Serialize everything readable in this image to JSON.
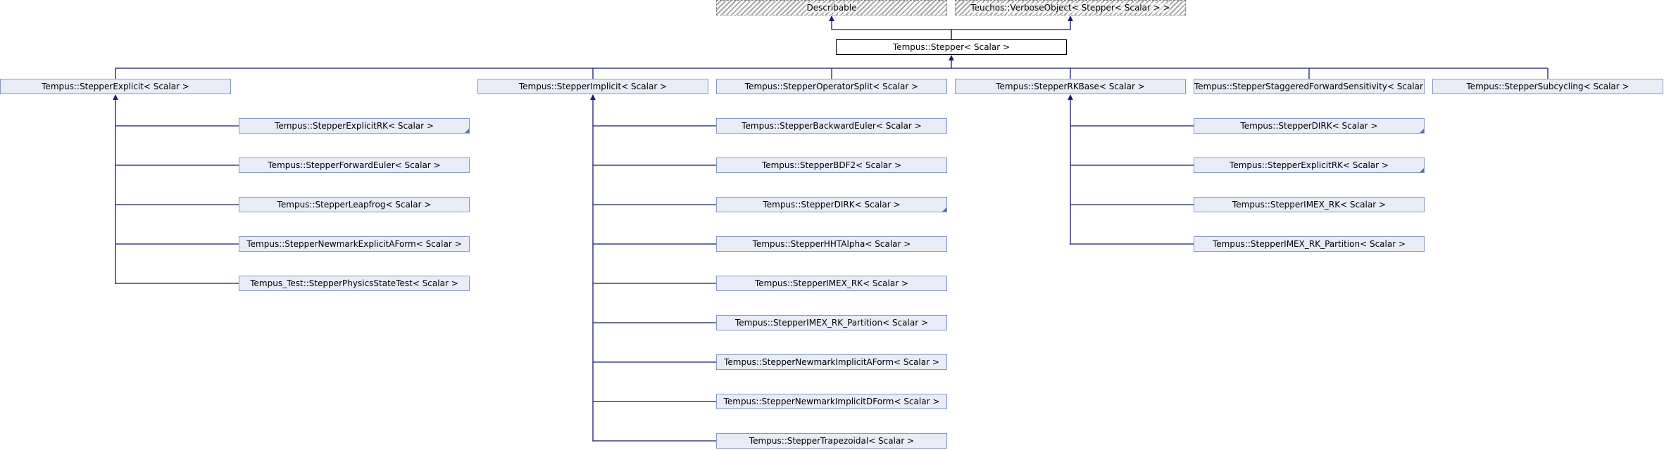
{
  "colors": {
    "edge": "#191970",
    "node_fill": "#e8ecf6",
    "node_border": "#8497c4",
    "current_border": "#000000",
    "external_fill": "#d9d9d9"
  },
  "nodes": {
    "describable": {
      "label": "Describable"
    },
    "verbose_object": {
      "label": "Teuchos::VerboseObject< Stepper< Scalar > >"
    },
    "stepper": {
      "label": "Tempus::Stepper< Scalar >"
    },
    "stepper_explicit": {
      "label": "Tempus::StepperExplicit< Scalar >"
    },
    "stepper_implicit": {
      "label": "Tempus::StepperImplicit< Scalar >"
    },
    "stepper_operator_split": {
      "label": "Tempus::StepperOperatorSplit< Scalar >"
    },
    "stepper_rk_base": {
      "label": "Tempus::StepperRKBase< Scalar >"
    },
    "stepper_staggered": {
      "label": "Tempus::StepperStaggeredForwardSensitivity< Scalar >"
    },
    "stepper_subcycling": {
      "label": "Tempus::StepperSubcycling< Scalar >"
    },
    "explicit_rk_a": {
      "label": "Tempus::StepperExplicitRK< Scalar >"
    },
    "forward_euler": {
      "label": "Tempus::StepperForwardEuler< Scalar >"
    },
    "leapfrog": {
      "label": "Tempus::StepperLeapfrog< Scalar >"
    },
    "newmark_explicit_aform": {
      "label": "Tempus::StepperNewmarkExplicitAForm< Scalar >"
    },
    "physics_state_test": {
      "label": "Tempus_Test::StepperPhysicsStateTest< Scalar >"
    },
    "backward_euler": {
      "label": "Tempus::StepperBackwardEuler< Scalar >"
    },
    "bdf2": {
      "label": "Tempus::StepperBDF2< Scalar >"
    },
    "dirk_a": {
      "label": "Tempus::StepperDIRK< Scalar >"
    },
    "hht_alpha": {
      "label": "Tempus::StepperHHTAlpha< Scalar >"
    },
    "imex_rk_a": {
      "label": "Tempus::StepperIMEX_RK< Scalar >"
    },
    "imex_rk_partition_a": {
      "label": "Tempus::StepperIMEX_RK_Partition< Scalar >"
    },
    "newmark_implicit_aform": {
      "label": "Tempus::StepperNewmarkImplicitAForm< Scalar >"
    },
    "newmark_implicit_dform": {
      "label": "Tempus::StepperNewmarkImplicitDForm< Scalar >"
    },
    "trapezoidal": {
      "label": "Tempus::StepperTrapezoidal< Scalar >"
    },
    "dirk_b": {
      "label": "Tempus::StepperDIRK< Scalar >"
    },
    "explicit_rk_b": {
      "label": "Tempus::StepperExplicitRK< Scalar >"
    },
    "imex_rk_b": {
      "label": "Tempus::StepperIMEX_RK< Scalar >"
    },
    "imex_rk_partition_b": {
      "label": "Tempus::StepperIMEX_RK_Partition< Scalar >"
    }
  }
}
